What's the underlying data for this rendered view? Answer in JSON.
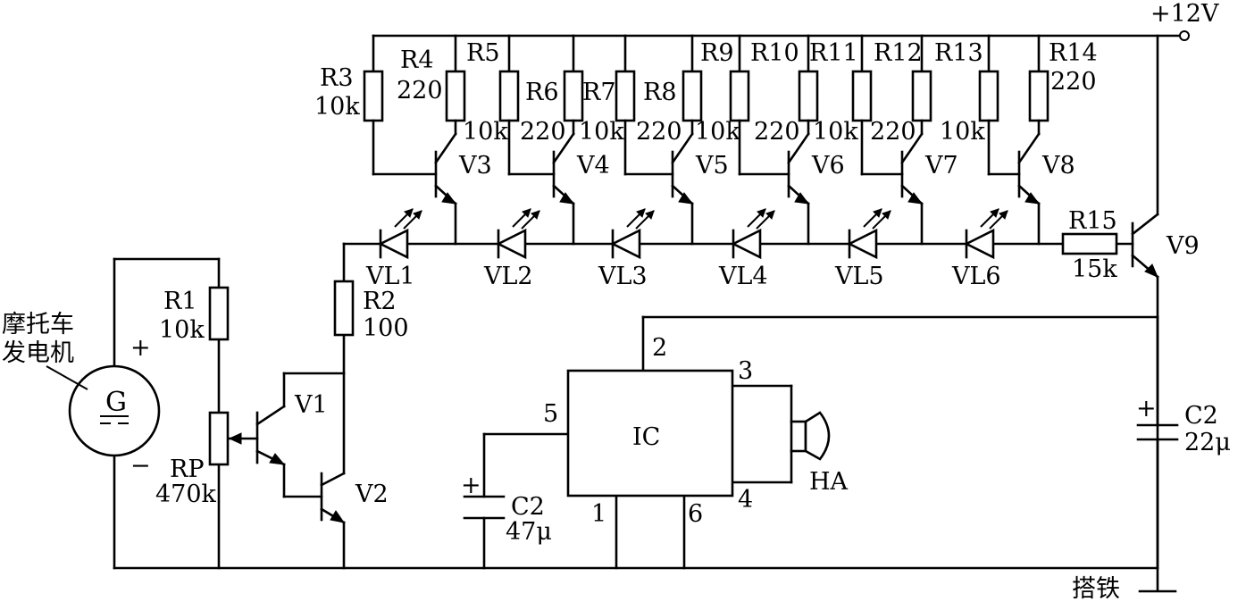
{
  "supply": {
    "label": "+12V"
  },
  "generator": {
    "name_line1": "摩托车",
    "name_line2": "发电机",
    "symbol": "G",
    "plus": "+",
    "minus": "−"
  },
  "ground": {
    "label": "搭铁"
  },
  "resistors": {
    "r1": {
      "name": "R1",
      "value": "10k"
    },
    "rp": {
      "name": "RP",
      "value": "470k"
    },
    "r2": {
      "name": "R2",
      "value": "100"
    },
    "r3": {
      "name": "R3",
      "value": "10k"
    },
    "r4": {
      "name": "R4",
      "value": "220"
    },
    "r5": {
      "name": "R5",
      "value": "10k"
    },
    "r6": {
      "name": "R6",
      "value": "220"
    },
    "r7": {
      "name": "R7",
      "value": "10k"
    },
    "r8": {
      "name": "R8",
      "value": "220"
    },
    "r9": {
      "name": "R9",
      "value": "10k"
    },
    "r10": {
      "name": "R10",
      "value": "220"
    },
    "r11": {
      "name": "R11",
      "value": "10k"
    },
    "r12": {
      "name": "R12",
      "value": "220"
    },
    "r13": {
      "name": "R13",
      "value": "10k"
    },
    "r14": {
      "name": "R14",
      "value": "220"
    },
    "r15": {
      "name": "R15",
      "value": "15k"
    }
  },
  "transistors": {
    "v1": "V1",
    "v2": "V2",
    "v3": "V3",
    "v4": "V4",
    "v5": "V5",
    "v6": "V6",
    "v7": "V7",
    "v8": "V8",
    "v9": "V9"
  },
  "leds": [
    "VL1",
    "VL2",
    "VL3",
    "VL4",
    "VL5",
    "VL6"
  ],
  "ic": {
    "label": "IC",
    "pin1": "1",
    "pin2": "2",
    "pin3": "3",
    "pin4": "4",
    "pin5": "5",
    "pin6": "6"
  },
  "buzzer": {
    "label": "HA"
  },
  "capacitors": {
    "c_ic": {
      "name": "C2",
      "value": "47μ",
      "plus": "+"
    },
    "c_right": {
      "name": "C2",
      "value": "22μ",
      "plus": "+"
    }
  }
}
